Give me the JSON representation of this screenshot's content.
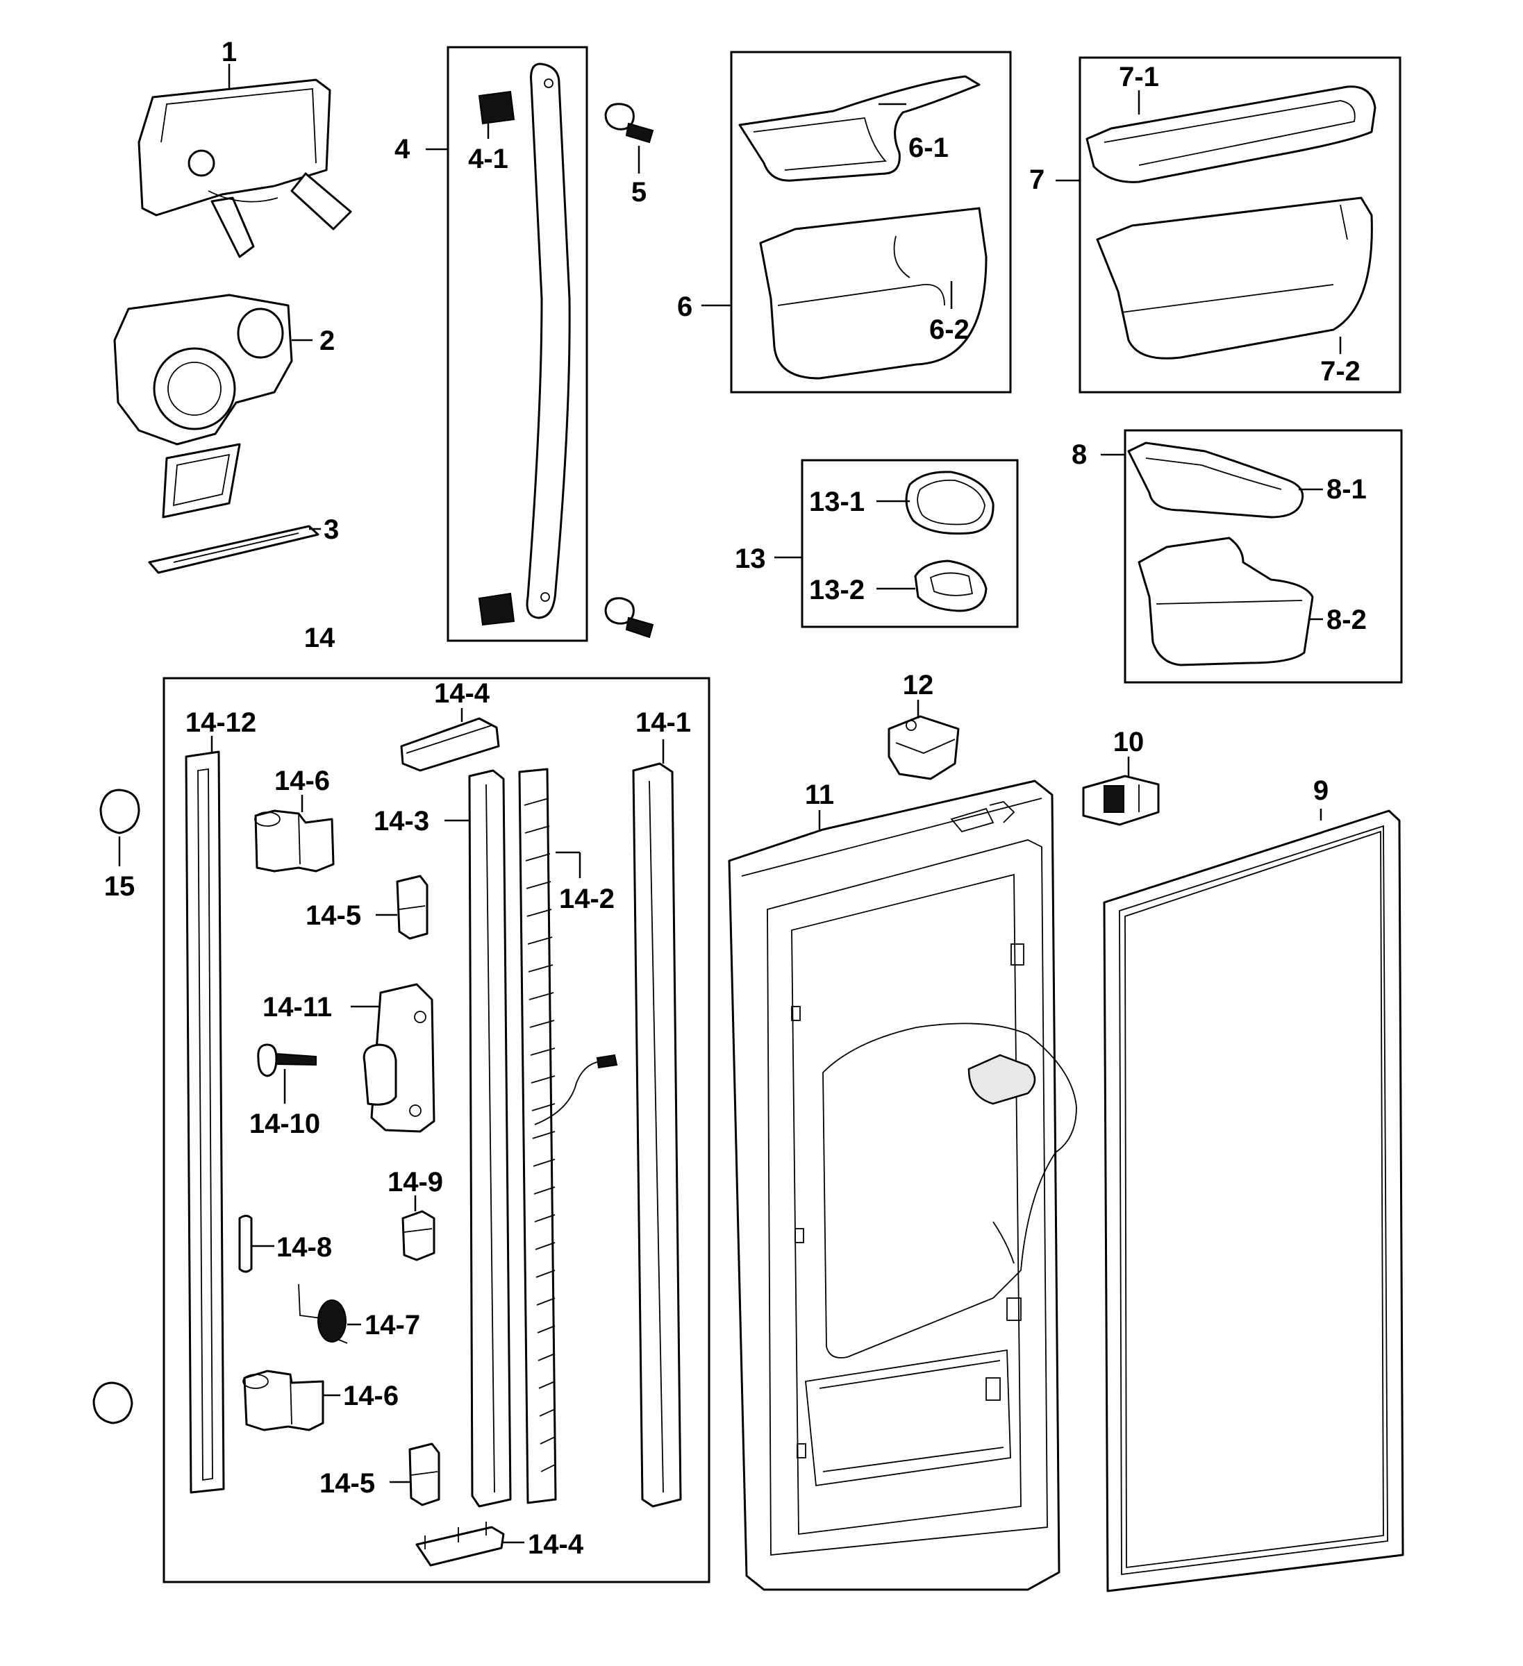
{
  "labels": {
    "p1": "1",
    "p2": "2",
    "p3": "3",
    "p4": "4",
    "p4_1": "4-1",
    "p5": "5",
    "p6": "6",
    "p6_1": "6-1",
    "p6_2": "6-2",
    "p7": "7",
    "p7_1": "7-1",
    "p7_2": "7-2",
    "p8": "8",
    "p8_1": "8-1",
    "p8_2": "8-2",
    "p9": "9",
    "p10": "10",
    "p11": "11",
    "p12": "12",
    "p13": "13",
    "p13_1": "13-1",
    "p13_2": "13-2",
    "p14": "14",
    "p14_1": "14-1",
    "p14_2": "14-2",
    "p14_3": "14-3",
    "p14_4a": "14-4",
    "p14_4b": "14-4",
    "p14_5a": "14-5",
    "p14_5b": "14-5",
    "p14_6a": "14-6",
    "p14_6b": "14-6",
    "p14_7": "14-7",
    "p14_8": "14-8",
    "p14_9": "14-9",
    "p14_10": "14-10",
    "p14_11": "14-11",
    "p14_12": "14-12",
    "p15": "15"
  }
}
